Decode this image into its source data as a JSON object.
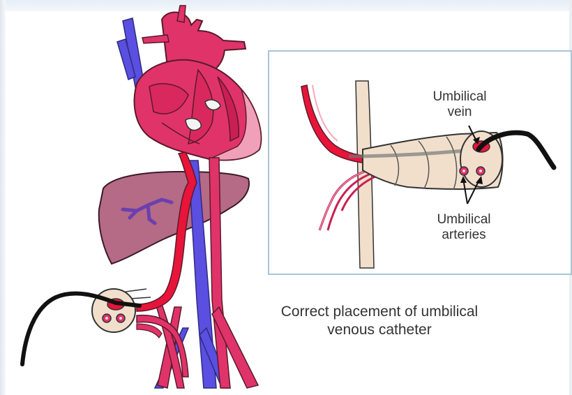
{
  "labels": {
    "vein_line1": "Umbilical",
    "vein_line2": "vein",
    "arteries_line1": "Umbilical",
    "arteries_line2": "arteries"
  },
  "caption": {
    "line1": "Correct placement of umbilical",
    "line2": "venous catheter"
  },
  "colors": {
    "heart": "#e0336a",
    "heart_dark": "#c91f55",
    "vein": "#e8143a",
    "vena_cava": "#5a4fe0",
    "liver": "#a85070",
    "cord": "#f1dfcc",
    "catheter": "#111111",
    "frame": "#a9c4d8"
  }
}
